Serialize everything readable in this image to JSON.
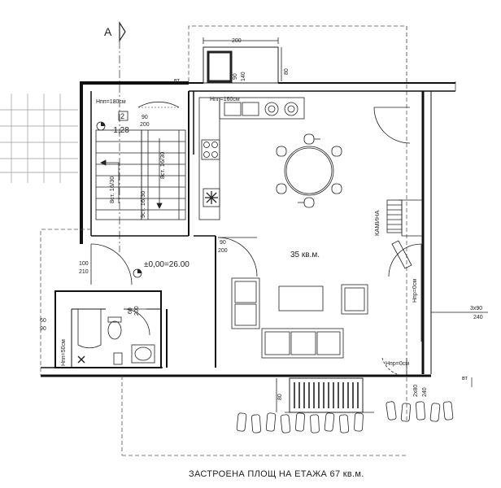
{
  "plan": {
    "section_marker": "A",
    "room_area": "35 кв.м.",
    "caption": "ЗАСТРОЕНА ПЛОЩ НА ЕТАЖА  67 кв.м.",
    "levels": {
      "upper_level": "-1,28",
      "floor_level": "±0,00=26.00"
    },
    "stair_labels": {
      "left_flight": "8ст. 16/30",
      "middle_flight": "8ст. 16/30",
      "lower_flight": "9ст. 16/30"
    },
    "step_number": "2",
    "fireplace_label": "КАМИНА",
    "window_notes": {
      "top_window": "Нпп=180см",
      "kitchen_window": "Нпп=160см",
      "right_window": "Нпр=0см",
      "bottom_right_window": "Нпр=0см",
      "bathroom_window": "Нпп=50см"
    },
    "dimensions": {
      "top_width": "200",
      "top_90": "90",
      "top_140": "140",
      "top_80": "80",
      "door_stair_90": "90",
      "door_stair_200": "200",
      "door_living_90": "90",
      "door_living_200": "200",
      "door_hall_100": "100",
      "door_hall_210": "210",
      "bath_60": "60",
      "bath_90": "90",
      "bath_door_60": "60",
      "bath_door_200": "200",
      "right_3x90": "3x90",
      "right_240": "240",
      "bottom_80": "80",
      "bottom_2x80": "2x80",
      "bottom_240": "240"
    },
    "markers": {
      "top_bt": "вт",
      "bottom_bt": "вт"
    }
  }
}
